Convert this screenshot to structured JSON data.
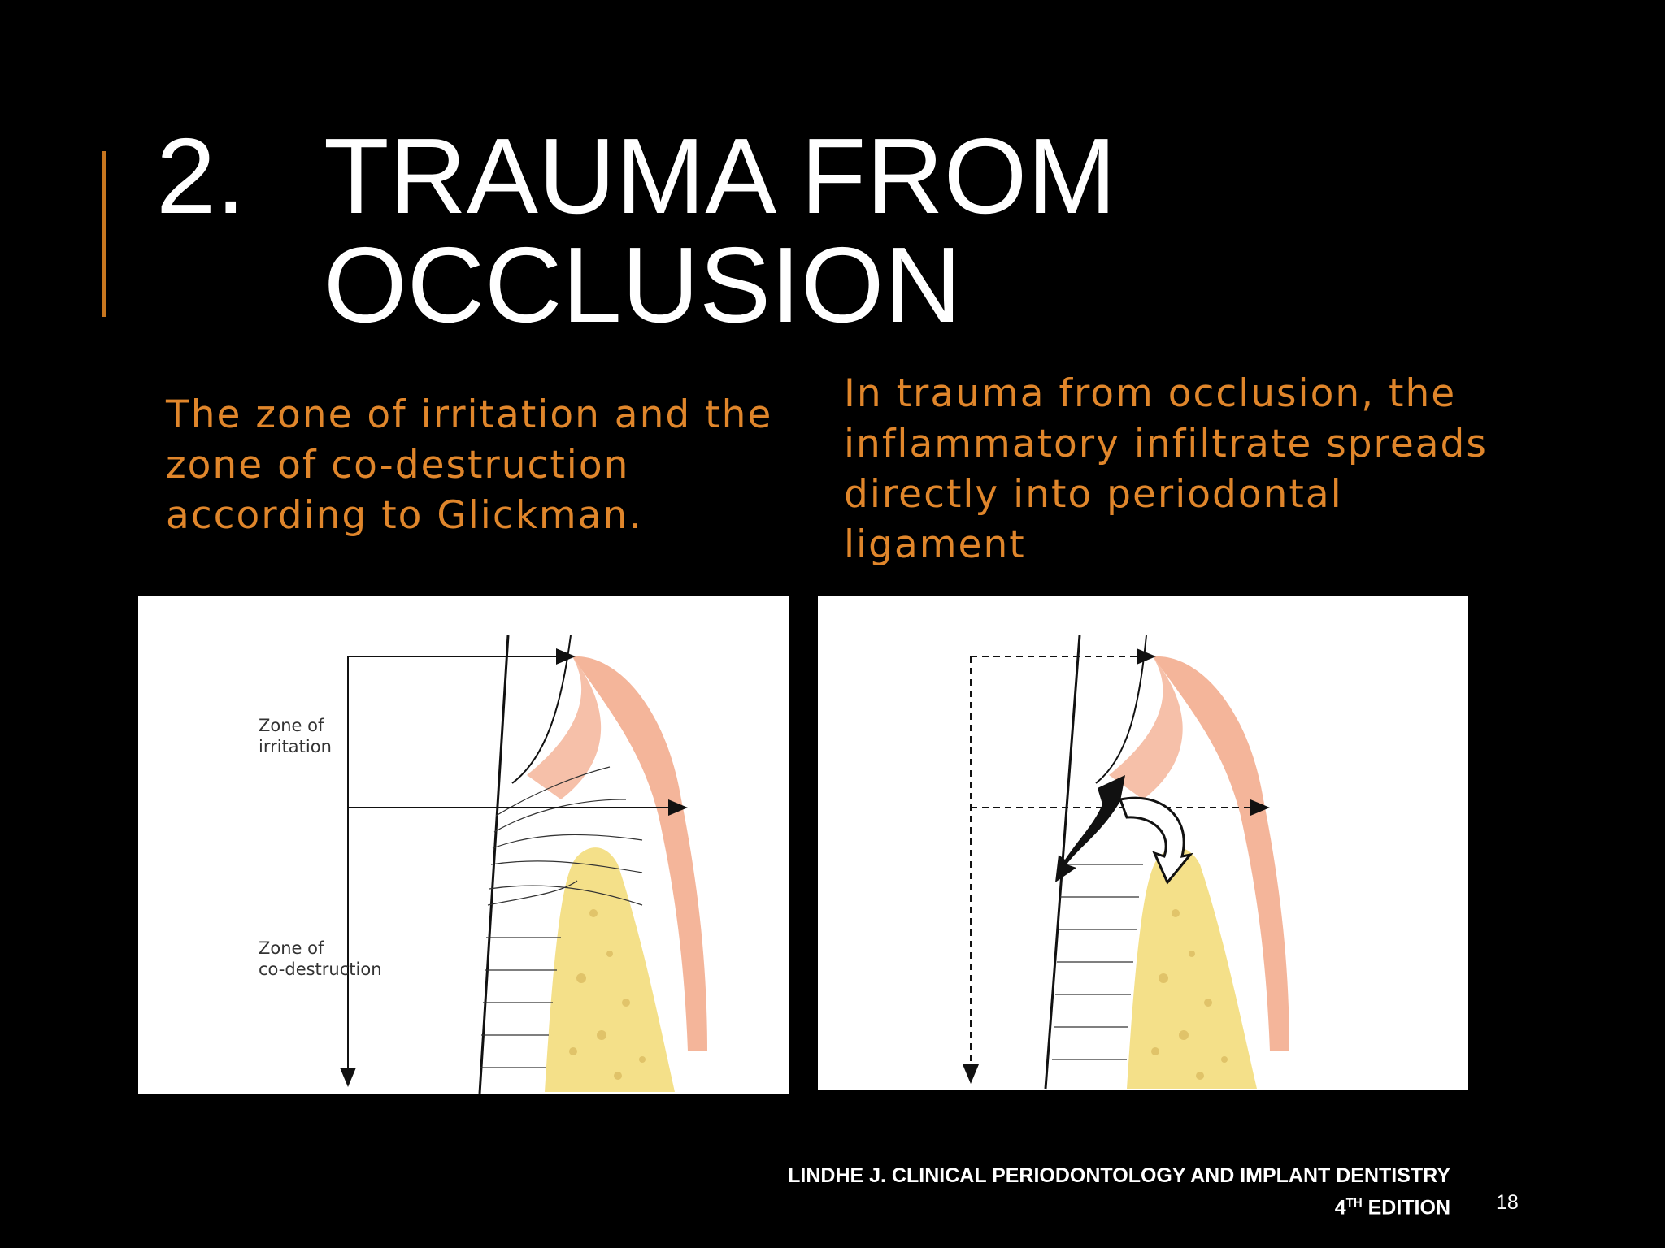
{
  "slide": {
    "title_number": "2.",
    "title_line1": "TRAUMA FROM",
    "title_line2": "OCCLUSION",
    "caption_left": "The zone of irritation and the zone of co-destruction according to Glickman.",
    "caption_right": "In trauma from occlusion, the inflammatory infiltrate spreads directly into periodontal ligament",
    "page_number": "18"
  },
  "figure_left": {
    "zone_irritation_label": "Zone of\nirritation",
    "zone_codestruction_label": "Zone of\nco-destruction"
  },
  "reference": {
    "line1": "LINDHE J. CLINICAL PERIODONTOLOGY AND IMPLANT DENTISTRY",
    "edition_number": "4",
    "edition_suffix": "TH",
    "edition_word": " EDITION"
  },
  "colors": {
    "accent": "#c8761f",
    "caption": "#e0862b",
    "gingiva": "#f4b59a",
    "bone": "#f4e089"
  }
}
